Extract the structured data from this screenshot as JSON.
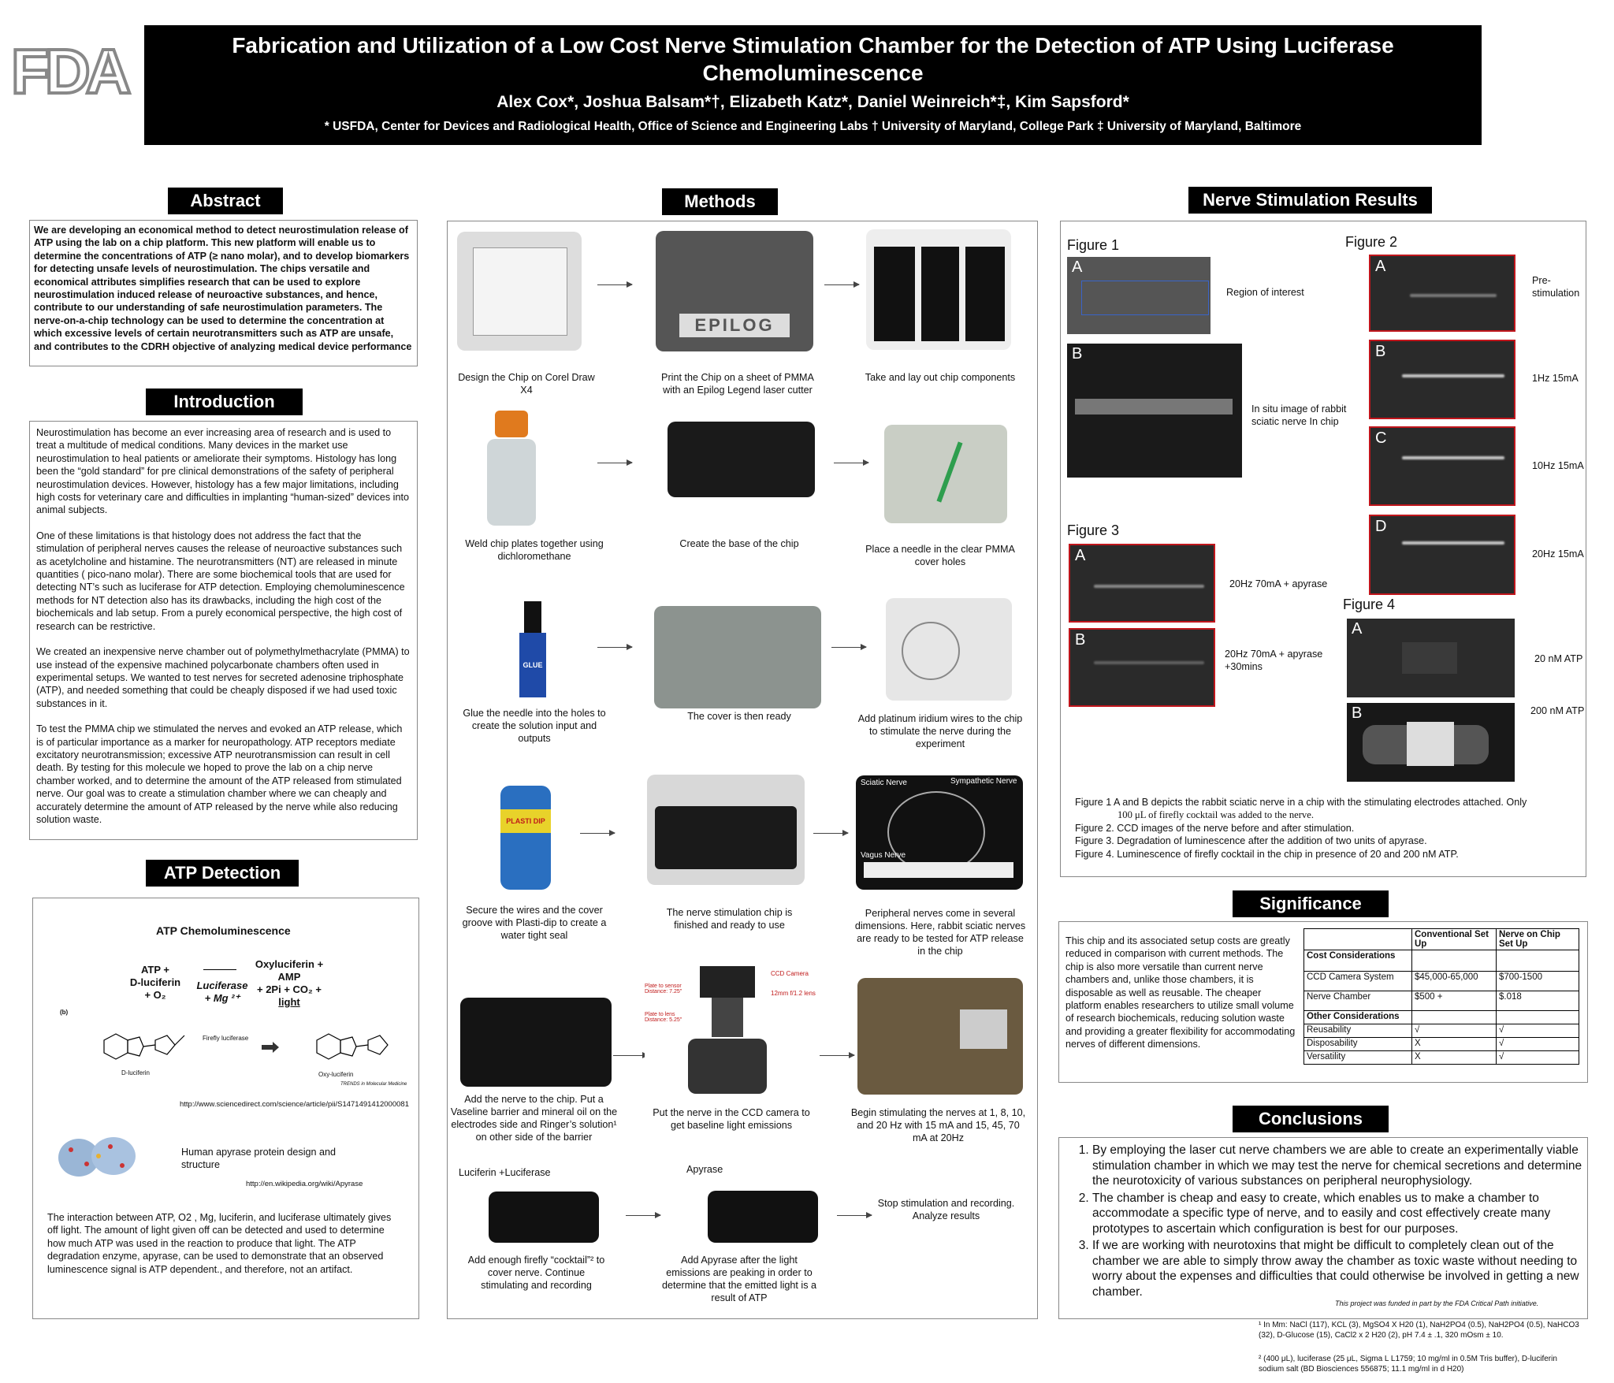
{
  "header": {
    "logo_text": "FDA",
    "title": "Fabrication and Utilization of a Low Cost Nerve Stimulation Chamber for the Detection of ATP Using Luciferase Chemoluminescence",
    "authors": "Alex Cox*, Joshua Balsam*†, Elizabeth Katz*, Daniel Weinreich*‡, Kim Sapsford*",
    "affiliations": "* USFDA, Center for Devices and Radiological Health, Office of Science and Engineering Labs † University of Maryland, College Park ‡ University of Maryland, Baltimore"
  },
  "abstract": {
    "title": "Abstract",
    "text": "We are developing an economical method to detect neurostimulation release of ATP using the lab on a chip platform. This new platform will enable us to determine the concentrations of ATP (≥ nano molar), and to develop biomarkers for detecting unsafe levels of neurostimulation. The chips versatile and economical attributes simplifies research that can be used to explore neurostimulation induced release of neuroactive substances, and hence, contribute to our understanding of safe neurostimulation parameters. The nerve-on-a-chip technology can be used to determine the concentration at which excessive levels of certain neurotransmitters such as ATP are unsafe, and contributes to the CDRH objective of analyzing medical device performance"
  },
  "introduction": {
    "title": "Introduction",
    "p1": "Neurostimulation has become an ever increasing area of research and is used to treat a multitude of medical conditions. Many devices in the market use neurostimulation to heal patients or ameliorate their symptoms. Histology has long been the “gold standard” for pre clinical demonstrations of the safety of peripheral neurostimulation devices. However, histology has a few major limitations, including high costs for veterinary care and difficulties in implanting “human-sized” devices into animal subjects.",
    "p2": "One of these limitations is that histology does not address the fact that the stimulation of peripheral nerves causes the release of neuroactive substances such as acetylcholine and histamine. The neurotransmitters (NT) are released in minute quantities ( pico-nano molar). There are some biochemical tools that are used for detecting NT’s such as luciferase for ATP detection. Employing chemoluminescence methods for NT detection also has its drawbacks, including the high cost of the biochemicals and lab setup. From a purely economical perspective, the high cost of research can be restrictive.",
    "p3": "We created an inexpensive nerve chamber out of polymethylmethacrylate (PMMA) to use instead of the expensive machined polycarbonate chambers often used in experimental setups. We wanted to test nerves for secreted adenosine triphosphate (ATP), and needed something that could be cheaply disposed if we had used toxic substances in it.",
    "p4": "To test the PMMA chip we stimulated the nerves and evoked an ATP release, which is of particular importance as a marker for neuropathology. ATP receptors mediate excitatory neurotransmission; excessive ATP neurotransmission can result in cell death. By testing for this molecule we hoped to prove the lab on a chip nerve chamber worked, and to determine the amount of the ATP released from stimulated nerve. Our goal was to create a stimulation chamber where we can cheaply and accurately determine the amount of ATP released by the nerve while also reducing solution waste."
  },
  "atp": {
    "title": "ATP Detection",
    "heading": "ATP Chemoluminescence",
    "reactants": [
      "ATP +",
      "D-luciferin",
      "+ O₂"
    ],
    "enzyme": [
      "Luciferase",
      "+ Mg ²⁺"
    ],
    "products": [
      "Oxyluciferin +",
      "AMP",
      "+ 2Pi  + CO₂ +",
      "light"
    ],
    "b_label": "(b)",
    "firefly_label": "Firefly luciferase",
    "d_luciferin_label": "D-luciferin",
    "oxy_label": "Oxy-luciferin",
    "trends_label": "TRENDS in Molecular Medicine",
    "url1": "http://www.sciencedirect.com/science/article/pii/S1471491412000081",
    "apyrase_caption": "Human apyrase protein design and structure",
    "url2": "http://en.wikipedia.org/wiki/Apyrase",
    "body": "The interaction between ATP, O2 , Mg, luciferin, and luciferase ultimately gives off light. The amount of light given off can be detected and used to determine how much ATP was used in the reaction to produce that light. The ATP degradation enzyme, apyrase, can be used to demonstrate that an observed luminescence signal is ATP dependent., and therefore, not an artifact."
  },
  "methods": {
    "title": "Methods",
    "steps": [
      "Design the Chip on Corel Draw X4",
      "Print the Chip on a sheet of PMMA with an Epilog Legend laser cutter",
      "Take and lay out chip components",
      "Weld chip plates together using dichloromethane",
      "Create the base of the chip",
      "Place a needle in the clear PMMA cover holes",
      "Glue the needle into the holes to create the solution input and outputs",
      "The cover is then ready",
      "Add platinum iridium wires to the chip to stimulate the nerve during the experiment",
      "Secure the wires and the cover groove with Plasti-dip to create a water tight seal",
      "The nerve stimulation chip is finished and ready to use",
      "Peripheral nerves come in several dimensions.  Here, rabbit sciatic nerves are ready to be tested for ATP release in the chip",
      "Add the nerve to the chip. Put a Vaseline barrier and mineral oil on the electrodes side and Ringer’s solution¹ on other side of the barrier",
      "Put the nerve in the CCD camera to get baseline light emissions",
      "Begin stimulating the nerves at 1, 8, 10, and 20 Hz  with 15 mA and 15, 45, 70 mA at 20Hz",
      "Add enough firefly “cocktail”² to cover nerve. Continue stimulating and recording",
      "Add Apyrase after the light emissions are peaking in order to determine that the emitted light is a result of ATP",
      "Stop stimulation and recording. Analyze results"
    ],
    "epilog_label": "EPILOG",
    "glue_label": "GLUE",
    "plasti_label": "PLASTI DIP",
    "nerve_labels": [
      "Sciatic Nerve",
      "Sympathetic Nerve",
      "Vagus Nerve"
    ],
    "ccd_labels": [
      "CCD Camera",
      "12mm f/1.2 lens",
      "Plate to sensor Distance: 7.25\"",
      "Plate to lens Distance: 5.25\""
    ],
    "luciferin_label": "Luciferin +Luciferase",
    "apyrase_label": "Apyrase"
  },
  "results": {
    "title": "Nerve Stimulation Results",
    "fig1": {
      "label": "Figure 1",
      "a": "A",
      "b": "B",
      "a_note": "Region of interest",
      "b_note": "In situ image of rabbit sciatic nerve In chip"
    },
    "fig2": {
      "label": "Figure 2",
      "panels": [
        {
          "letter": "A",
          "note": "Pre-stimulation"
        },
        {
          "letter": "B",
          "note": "1Hz 15mA"
        },
        {
          "letter": "C",
          "note": "10Hz 15mA"
        },
        {
          "letter": "D",
          "note": "20Hz 15mA"
        }
      ]
    },
    "fig3": {
      "label": "Figure 3",
      "a": "A",
      "b": "B",
      "a_note": "20Hz 70mA + apyrase",
      "b_note": "20Hz 70mA + apyrase +30mins"
    },
    "fig4": {
      "label": "Figure 4",
      "a": "A",
      "b": "B",
      "a_note": "20 nM ATP",
      "b_note": "200 nM ATP"
    },
    "captions": [
      "Figure 1 A and B depicts the rabbit sciatic nerve in a chip with the stimulating electrodes attached. Only",
      "100 μL of firefly cocktail was added to the nerve.",
      "Figure 2. CCD images of the nerve before and after stimulation.",
      "Figure 3. Degradation of luminescence after the addition of two units of apyrase.",
      "Figure 4.  Luminescence of firefly cocktail in the chip in presence of 20 and 200 nM ATP."
    ]
  },
  "significance": {
    "title": "Significance",
    "text": "This chip and its associated setup costs are greatly reduced in comparison with current methods. The chip is also more versatile than current nerve chambers and, unlike those chambers, it is disposable as well as reusable. The cheaper platform enables researchers to utilize small volume of research biochemicals, reducing solution waste and providing a greater flexibility for accommodating nerves of different dimensions.",
    "table": {
      "headers": [
        "",
        "Conventional Set Up",
        "Nerve on Chip Set Up"
      ],
      "rows": [
        [
          "Cost Considerations",
          "",
          ""
        ],
        [
          "CCD Camera System",
          "$45,000-65,000",
          "$700-1500"
        ],
        [
          "Nerve Chamber",
          "$500 +",
          "$.018"
        ],
        [
          "Other Considerations",
          "",
          ""
        ],
        [
          "Reusability",
          "√",
          "√"
        ],
        [
          "Disposability",
          "X",
          "√"
        ],
        [
          "Versatility",
          "X",
          "√"
        ]
      ]
    }
  },
  "conclusions": {
    "title": "Conclusions",
    "items": [
      "By employing the laser cut nerve chambers we are able to create an experimentally viable stimulation chamber in which we may test the nerve for chemical secretions and determine the neurotoxicity of various substances on peripheral neurophysiology.",
      "The chamber is cheap and easy to create, which enables us to make a chamber to accommodate a specific type of nerve, and to easily and cost effectively create many prototypes to ascertain which configuration is best for our purposes.",
      "If we are working with neurotoxins that might be difficult to completely clean out of the chamber we are able to simply throw away the chamber as toxic waste without needing to worry about the expenses and difficulties that could otherwise be involved in getting a new chamber."
    ],
    "funding": "This project was funded in part by the FDA Critical Path initiative."
  },
  "footnotes": {
    "fn1": "¹  In Mm: NaCl (117), KCL (3), MgSO4 X H20 (1), NaH2PO4 (0.5), NaH2PO4 (0.5), NaHCO3 (32), D-Glucose (15), CaCl2 x 2 H20 (2), pH 7.4 ± .1, 320 mOsm ± 10.",
    "fn2": "²  (400 μL), luciferase (25 μL, Sigma L L1759; 10 mg/ml in 0.5M Tris buffer), D-luciferin sodium salt (BD Biosciences 556875; 11.1 mg/ml in d H20)"
  }
}
